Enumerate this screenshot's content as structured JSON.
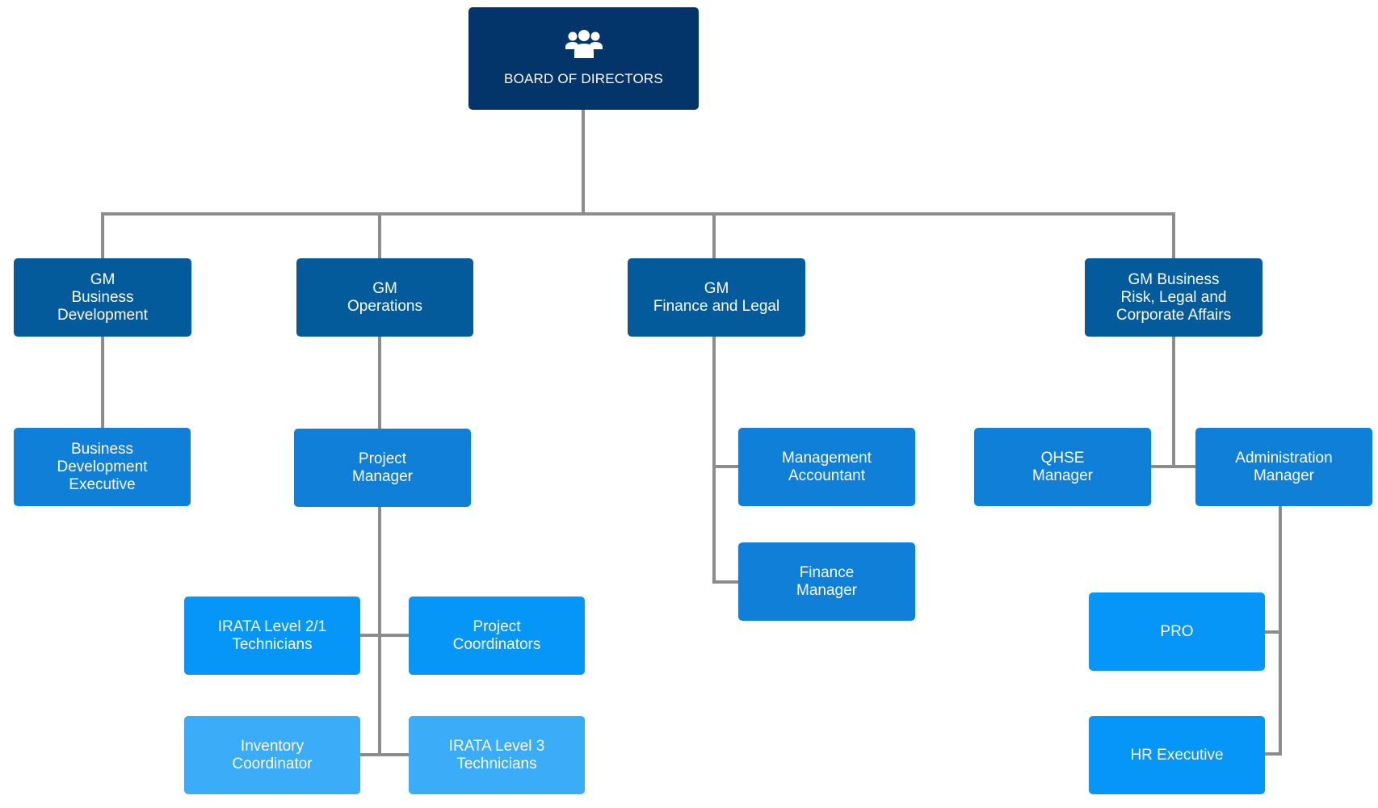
{
  "colors": {
    "navy": "#03346a",
    "gm": "#045b9c",
    "level2": "#0f7fd8",
    "level3": "#0596f7",
    "level4": "#3bacf7",
    "connector": "#8c8c8c"
  },
  "root": {
    "label": "BOARD OF DIRECTORS",
    "icon": "people-icon"
  },
  "gm": {
    "business_development": "GM\nBusiness\nDevelopment",
    "operations": "GM\nOperations",
    "finance_legal": "GM\nFinance and Legal",
    "risk_legal": "GM Business\nRisk, Legal and\nCorporate Affairs"
  },
  "roles": {
    "bd_executive": "Business\nDevelopment\nExecutive",
    "project_manager": "Project\nManager",
    "irata_21": "IRATA Level 2/1\nTechnicians",
    "project_coordinators": "Project\nCoordinators",
    "inventory_coordinator": "Inventory\nCoordinator",
    "irata_3": "IRATA Level 3\nTechnicians",
    "management_accountant": "Management\nAccountant",
    "finance_manager": "Finance\nManager",
    "qhse_manager": "QHSE\nManager",
    "administration_manager": "Administration\nManager",
    "pro": "PRO",
    "hr_executive": "HR Executive"
  }
}
